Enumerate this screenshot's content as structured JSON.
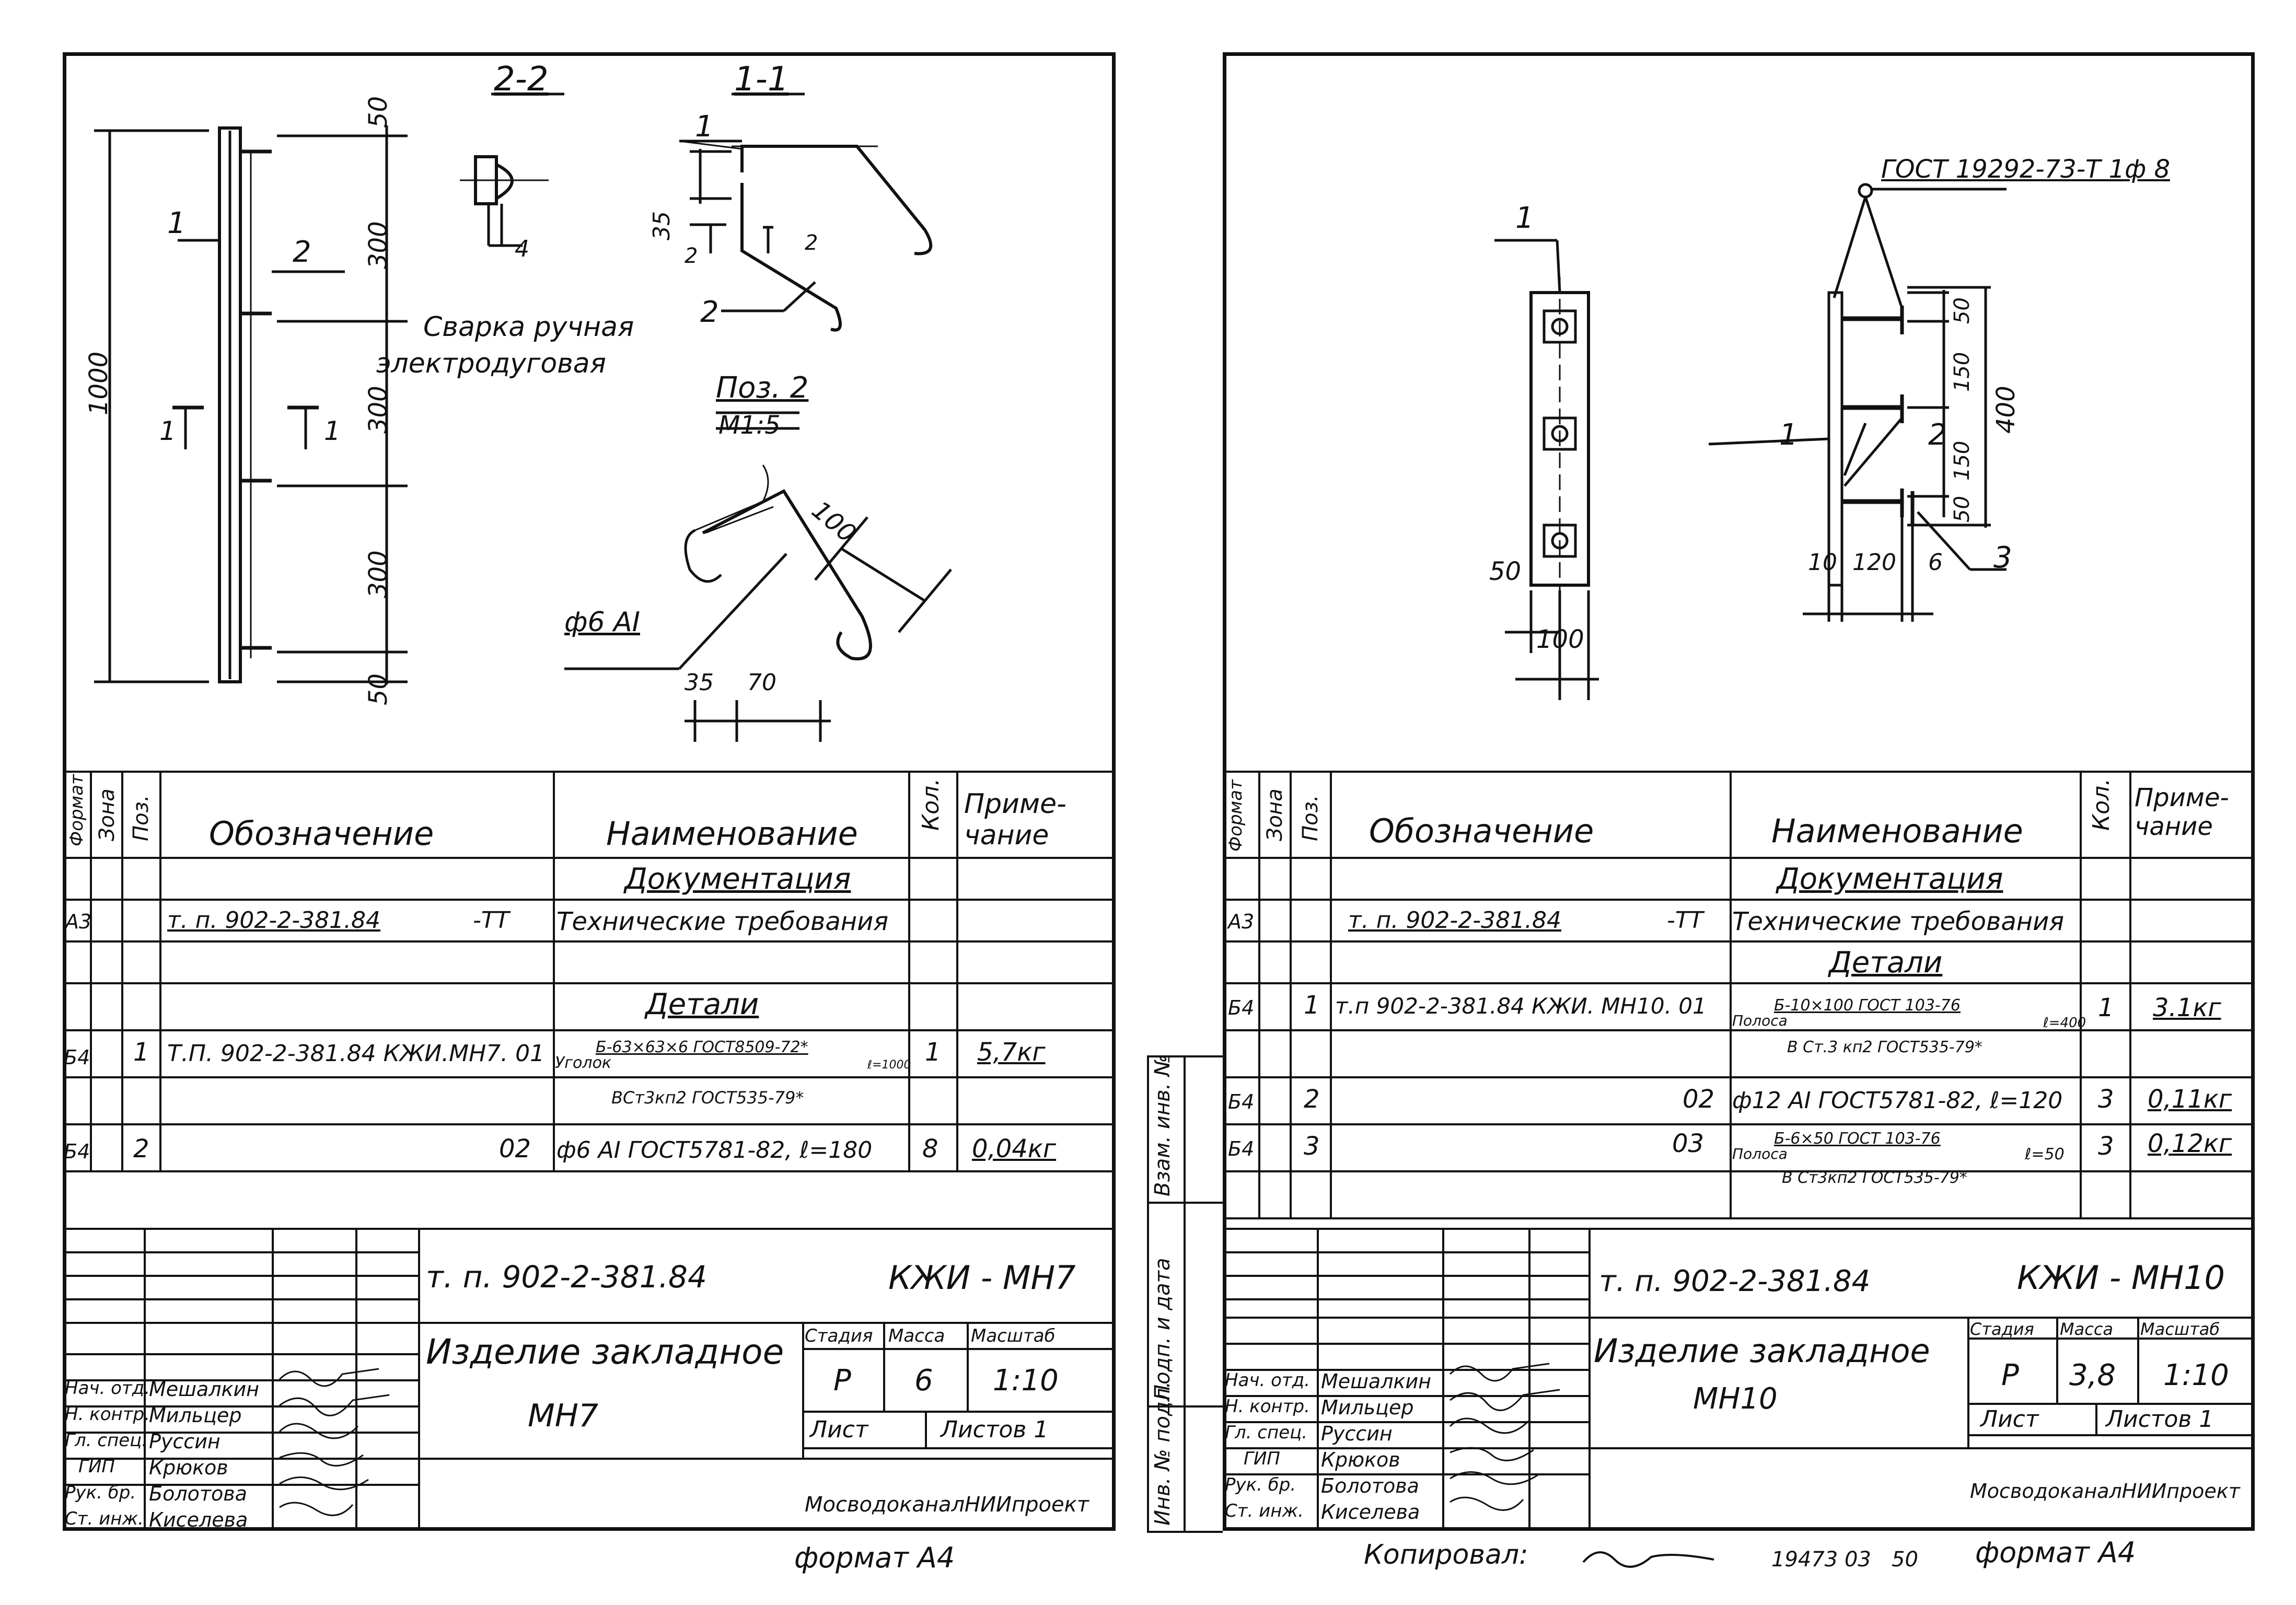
{
  "left": {
    "section_22": "2-2",
    "section_11": "1-1",
    "leader_1": "1",
    "leader_2": "2",
    "cut_1": "1",
    "dim_50_top": "50",
    "dim_300_a": "300",
    "dim_300_b": "300",
    "dim_300_c": "300",
    "dim_50_bot": "50",
    "dim_1000": "1000",
    "dim_4": "4",
    "dim_35": "35",
    "sec_pos_1": "1",
    "sec_pos_2": "2",
    "sec_t2": "2",
    "sec_t2b": "2",
    "weld_note_1": "Сварка ручная",
    "weld_note_2": "электродуговая",
    "pos_label": "Поз. 2",
    "pos_scale": "М1:5",
    "bar_dim_100": "100",
    "bar_label": "ф6 АI",
    "bar_dim_35": "35",
    "bar_dim_70": "70",
    "spec": {
      "headers": {
        "format": "Формат",
        "zone": "Зона",
        "pos": "Поз.",
        "designation": "Обозначение",
        "name": "Наименование",
        "qty": "Кол.",
        "note": "Приме-чание"
      },
      "section_docs": "Документация",
      "doc_row": {
        "format": "А3",
        "designation": "т. п. 902-2-381.84",
        "suffix": "-ТТ",
        "name": "Технические требования"
      },
      "section_parts": "Детали",
      "rows": [
        {
          "format": "Б4",
          "pos": "1",
          "designation": "Т.П. 902-2-381.84  КЖИ.МН7. 01",
          "name1": "Уголок",
          "name1b": "Б-63×63×6 ГОСТ8509-72*",
          "name1c": "ℓ=1000",
          "name2": "ВСт3кп2 ГОСТ535-79*",
          "qty": "1",
          "note": "5,7кг"
        },
        {
          "format": "Б4",
          "pos": "2",
          "designation": "02",
          "name1": "ф6 АI ГОСТ5781-82, ℓ=180",
          "qty": "8",
          "note": "0,04кг"
        }
      ]
    },
    "stamp": {
      "doc_code": "т. п. 902-2-381.84",
      "sheet_code": "КЖИ - МН7",
      "title1": "Изделие закладное",
      "title2": "МН7",
      "col_stage": "Стадия",
      "col_mass": "Масса",
      "col_scale": "Масштаб",
      "stage": "Р",
      "mass": "6",
      "scale": "1:10",
      "sheet_label": "Лист",
      "sheets_label": "Листов 1",
      "org": "МосводоканалНИИпроект",
      "roles": [
        "Нач. отд.",
        "Н. контр.",
        "Гл. спец.",
        "ГИП",
        "Рук. бр.",
        "Ст. инж."
      ],
      "names": [
        "Мешалкин",
        "Мильцер",
        "Руссин",
        "Крюков",
        "Болотова",
        "Киселева"
      ]
    },
    "format": "формат А4"
  },
  "right": {
    "gost_label": "ГОСТ 19292-73-Т 1ф 8",
    "leader_1": "1",
    "leader_1b": "1",
    "leader_2": "2",
    "leader_3": "3",
    "dim_50": "50",
    "dim_100": "100",
    "dim_10": "10",
    "dim_120": "120",
    "dim_6": "6",
    "dim_50a": "50",
    "dim_150a": "150",
    "dim_150b": "150",
    "dim_50b": "50",
    "dim_400": "400",
    "side_labels": [
      "Инв. № подл.",
      "Подп. и дата",
      "Взам. инв. №"
    ],
    "spec": {
      "headers": {
        "format": "Формат",
        "zone": "Зона",
        "pos": "Поз.",
        "designation": "Обозначение",
        "name": "Наименование",
        "qty": "Кол.",
        "note": "Приме-чание"
      },
      "section_docs": "Документация",
      "doc_row": {
        "format": "А3",
        "designation": "т. п. 902-2-381.84",
        "suffix": "-ТТ",
        "name": "Технические требования"
      },
      "section_parts": "Детали",
      "rows": [
        {
          "format": "Б4",
          "pos": "1",
          "designation": "т.п 902-2-381.84  КЖИ. МН10. 01",
          "name1": "Полоса",
          "name1b": "Б-10×100 ГОСТ 103-76",
          "name1c": "ℓ=400",
          "name2": "В Ст.3 кп2 ГОСТ535-79*",
          "qty": "1",
          "note": "3.1кг"
        },
        {
          "format": "Б4",
          "pos": "2",
          "designation": "02",
          "name1": "ф12 АI ГОСТ5781-82, ℓ=120",
          "qty": "3",
          "note": "0,11кг"
        },
        {
          "format": "Б4",
          "pos": "3",
          "designation": "03",
          "name1": "Полоса",
          "name1b": "Б-6×50 ГОСТ 103-76",
          "name1c": "ℓ=50",
          "name2": "В Ст3кп2 ГОСТ535-79*",
          "qty": "3",
          "note": "0,12кг"
        }
      ]
    },
    "stamp": {
      "doc_code": "т. п. 902-2-381.84",
      "sheet_code": "КЖИ - МН10",
      "title1": "Изделие закладное",
      "title2": "МН10",
      "col_stage": "Стадия",
      "col_mass": "Масса",
      "col_scale": "Масштаб",
      "stage": "Р",
      "mass": "3,8",
      "scale": "1:10",
      "sheet_label": "Лист",
      "sheets_label": "Листов 1",
      "org": "МосводоканалНИИпроект",
      "roles": [
        "Нач. отд.",
        "Н. контр.",
        "Гл. спец.",
        "ГИП",
        "Рук. бр.",
        "Ст. инж."
      ],
      "names": [
        "Мешалкин",
        "Мильцер",
        "Руссин",
        "Крюков",
        "Болотова",
        "Киселева"
      ]
    },
    "copied": "Копировал:",
    "number": "19473 03",
    "page": "50",
    "format": "формат А4"
  }
}
